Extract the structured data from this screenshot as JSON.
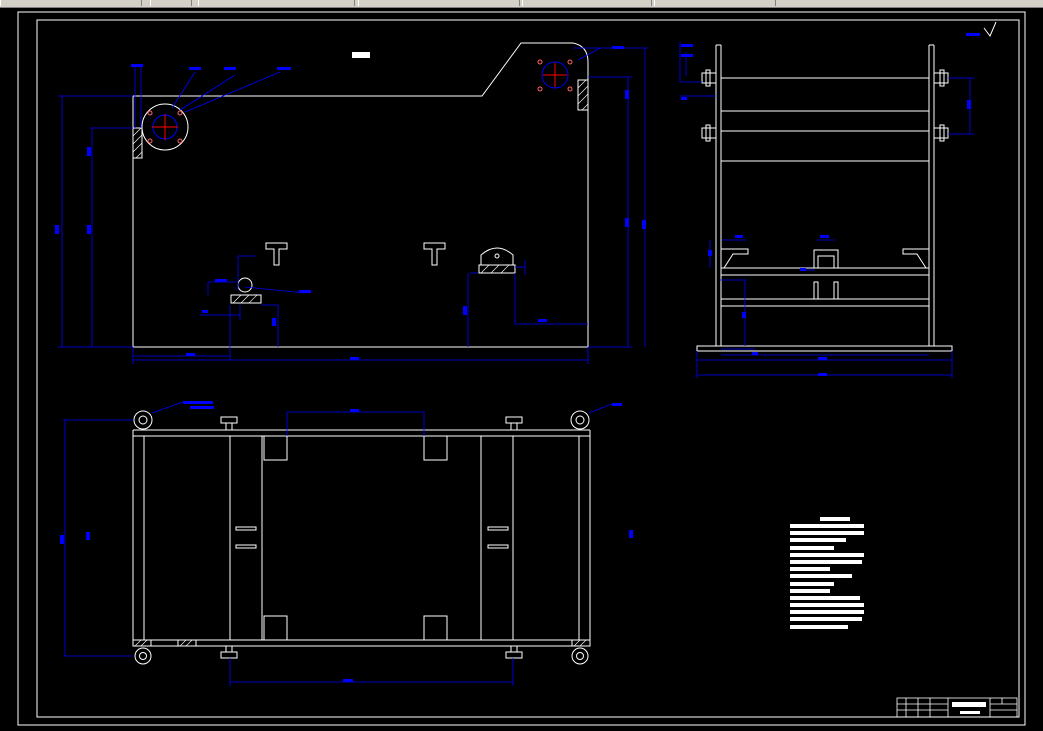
{
  "colors": {
    "background": "#000000",
    "outline": "#ffffff",
    "dimension": "#0000ff",
    "center_line": "#ff0000",
    "toolbar": "#d4d0c8"
  },
  "views": [
    {
      "name": "front-view"
    },
    {
      "name": "side-view"
    },
    {
      "name": "top-view"
    }
  ],
  "technical_notes": {
    "line_widths": [
      74,
      74,
      56,
      44,
      74,
      72,
      40,
      62,
      44,
      40,
      70,
      74,
      74,
      72,
      58
    ]
  }
}
